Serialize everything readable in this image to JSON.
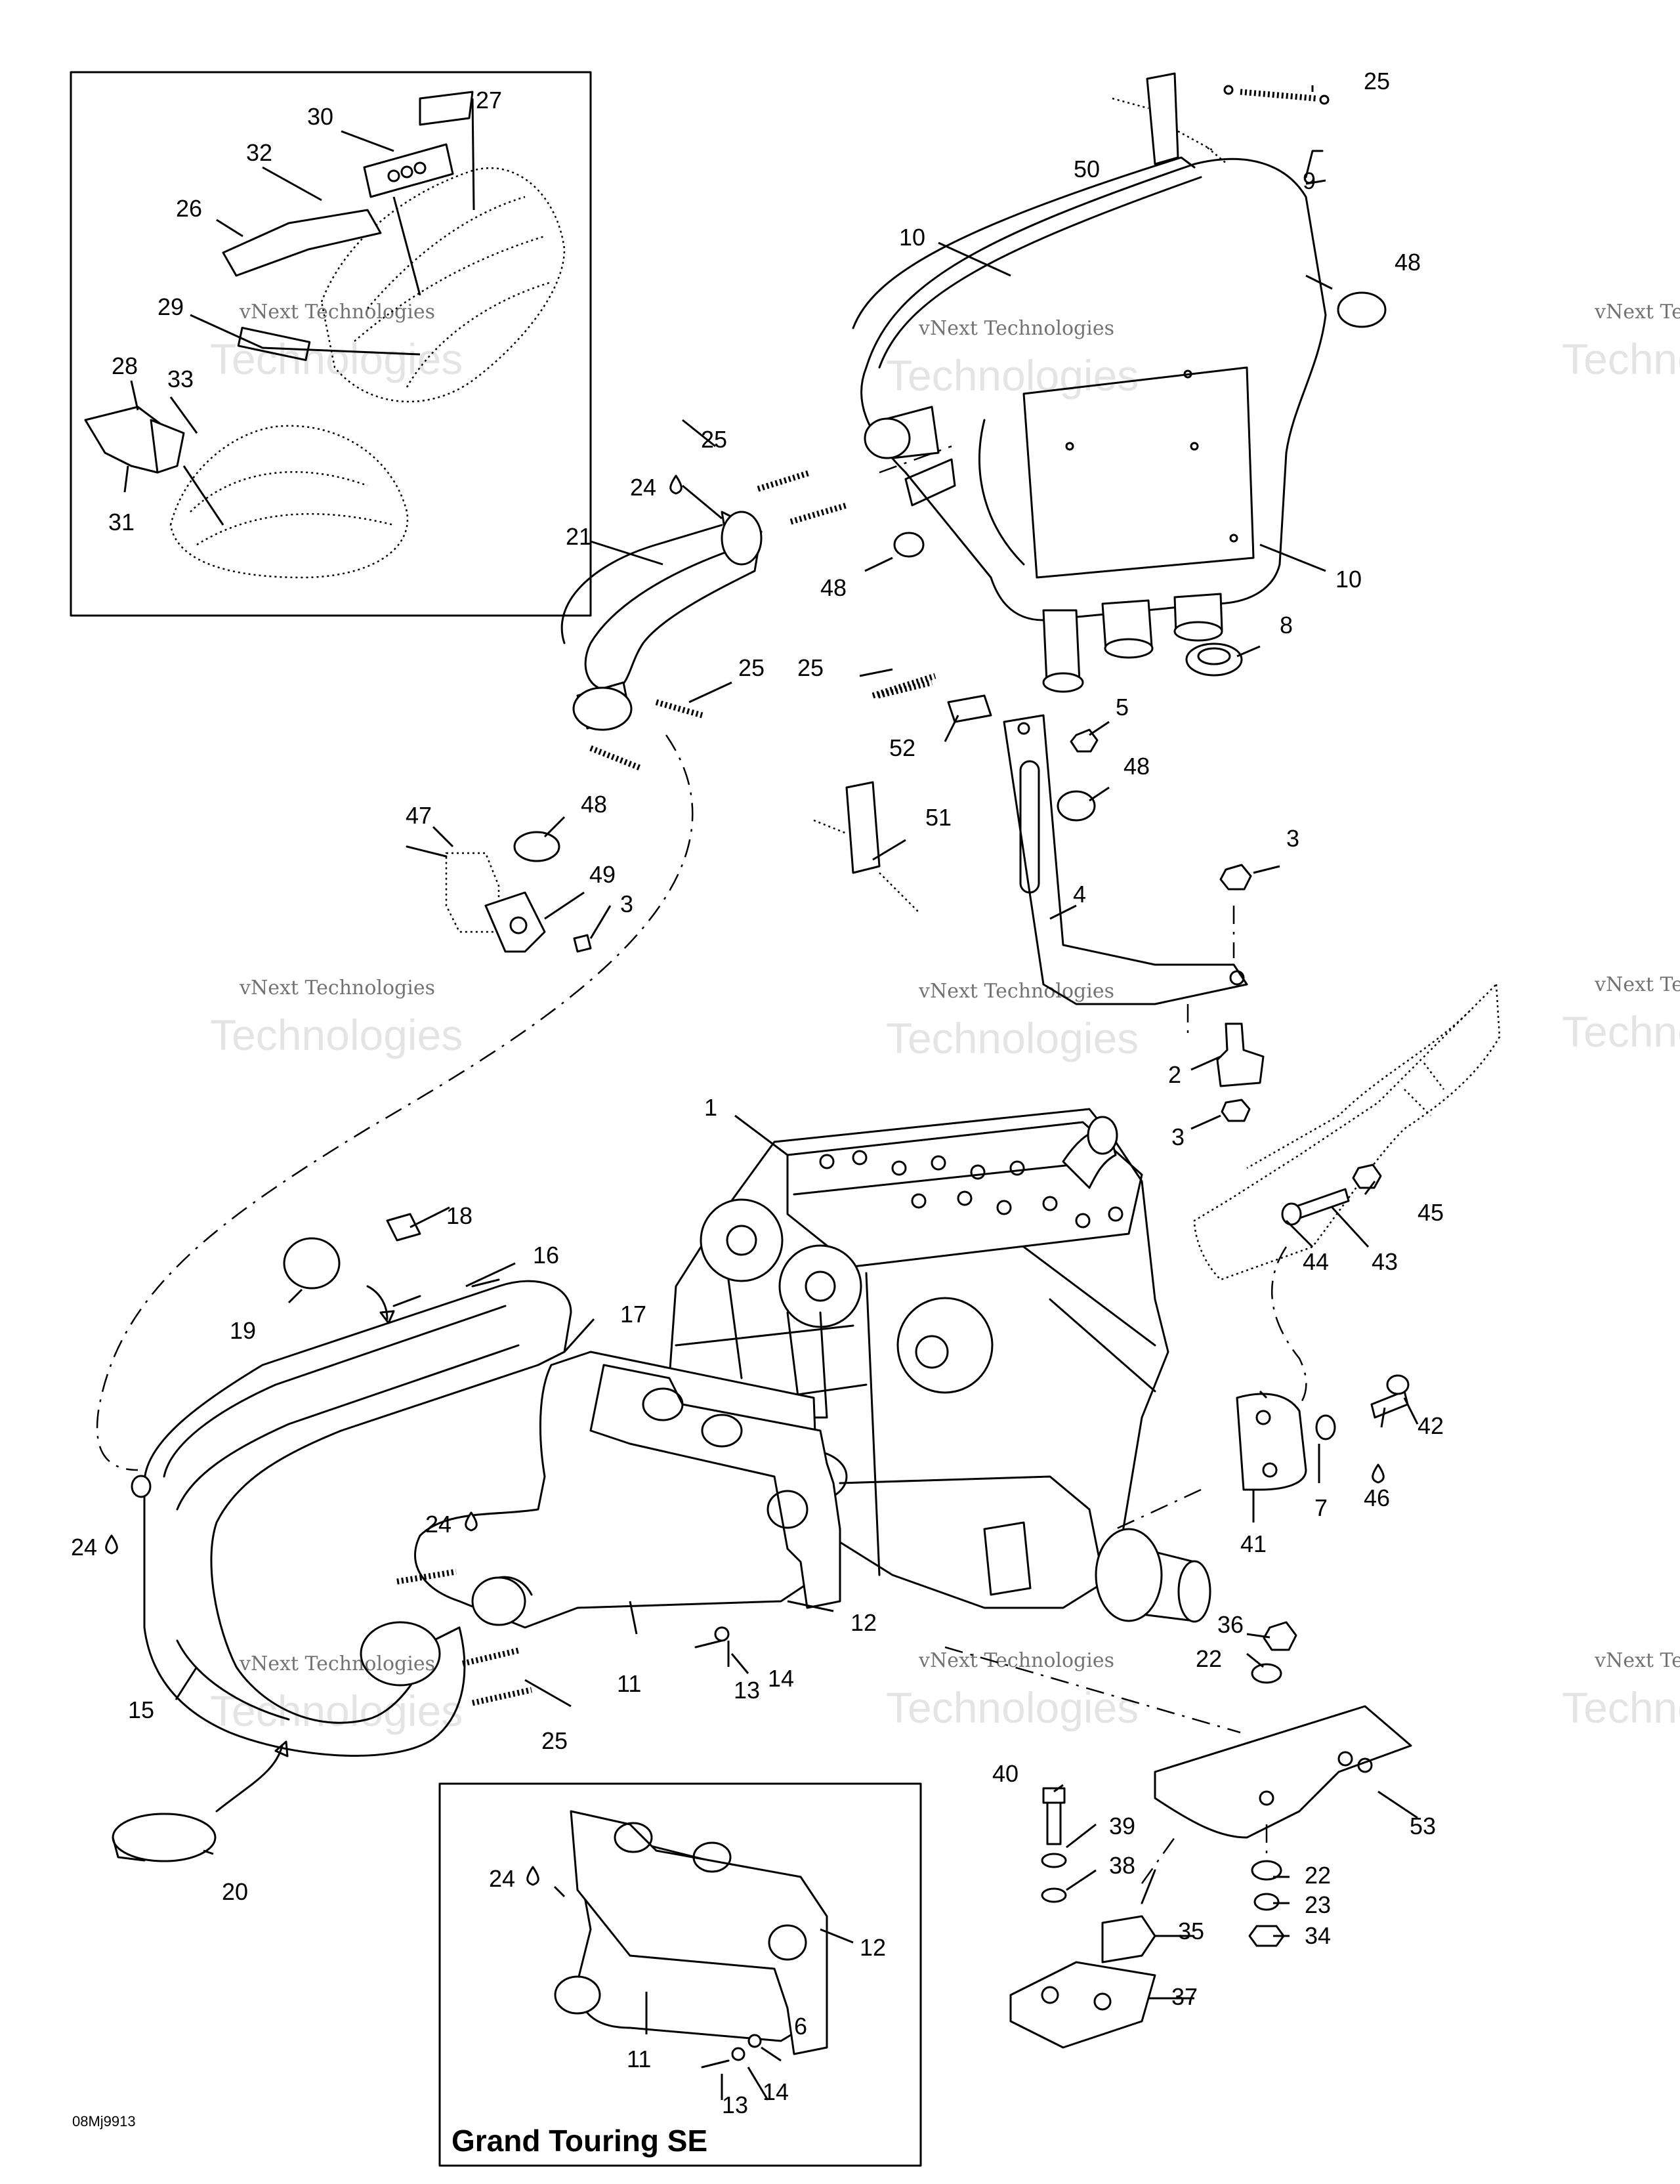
{
  "callouts": {
    "c1": "1",
    "c2": "2",
    "c3a": "3",
    "c3b": "3",
    "c3c": "3",
    "c4": "4",
    "c5": "5",
    "c6": "6",
    "c7": "7",
    "c8": "8",
    "c9": "9",
    "c10a": "10",
    "c10b": "10",
    "c11a": "11",
    "c11b": "11",
    "c12a": "12",
    "c12b": "12",
    "c13a": "13",
    "c13b": "13",
    "c14a": "14",
    "c14b": "14",
    "c15": "15",
    "c16": "16",
    "c17": "17",
    "c18": "18",
    "c19": "19",
    "c20": "20",
    "c21": "21",
    "c22a": "22",
    "c22b": "22",
    "c23": "23",
    "c24a": "24",
    "c24b": "24",
    "c24c": "24",
    "c24d": "24",
    "c25a": "25",
    "c25b": "25",
    "c25c": "25",
    "c25d": "25",
    "c25e": "25",
    "c26": "26",
    "c27": "27",
    "c28": "28",
    "c29": "29",
    "c30": "30",
    "c31": "31",
    "c32": "32",
    "c33": "33",
    "c34": "34",
    "c35": "35",
    "c36": "36",
    "c37": "37",
    "c38": "38",
    "c39": "39",
    "c40": "40",
    "c41": "41",
    "c42": "42",
    "c43": "43",
    "c44": "44",
    "c45": "45",
    "c46": "46",
    "c47": "47",
    "c48a": "48",
    "c48b": "48",
    "c48c": "48",
    "c48d": "48",
    "c49": "49",
    "c50": "50",
    "c51": "51",
    "c52": "52",
    "c53": "53"
  },
  "inset_title": "Grand Touring SE",
  "doc_id": "08Mj9913",
  "watermark": {
    "line1": "vNext Technologies",
    "line2": "Technologies"
  }
}
